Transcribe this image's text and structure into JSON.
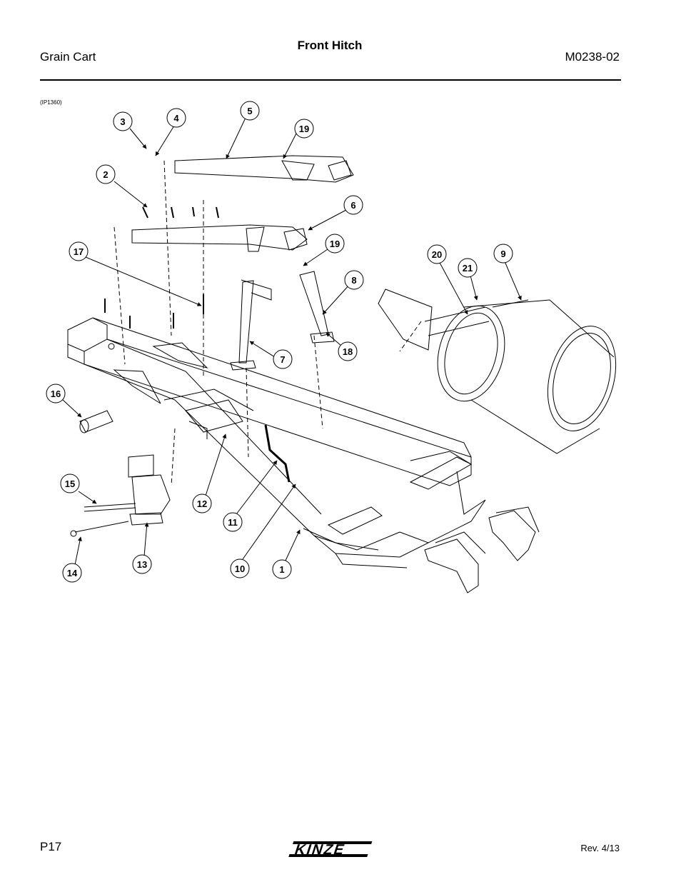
{
  "header": {
    "left": "Grain Cart",
    "title": "Front Hitch",
    "right": "M0238-02"
  },
  "figure_ref": "(IP1360)",
  "callouts": [
    "1",
    "2",
    "3",
    "4",
    "5",
    "6",
    "7",
    "8",
    "9",
    "10",
    "11",
    "12",
    "13",
    "14",
    "15",
    "16",
    "17",
    "18",
    "19",
    "19",
    "20",
    "21"
  ],
  "footer": {
    "page": "P17",
    "logo": "KINZE",
    "revision": "Rev. 4/13"
  }
}
